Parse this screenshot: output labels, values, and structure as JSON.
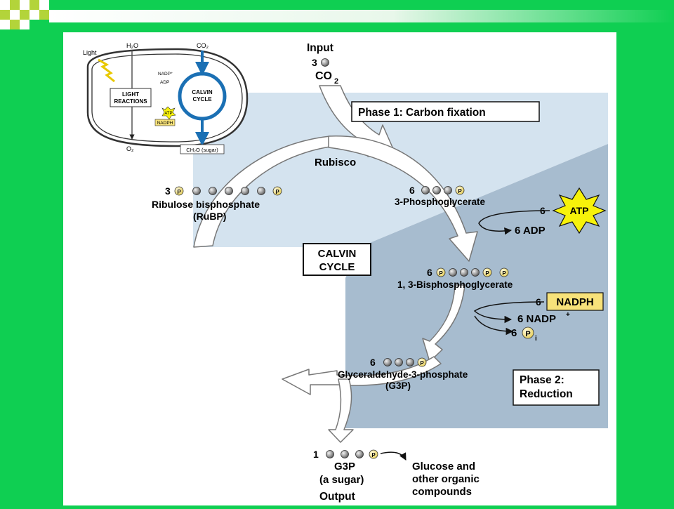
{
  "input": {
    "label": "Input",
    "count": "3",
    "molecule": "CO",
    "sub": "2"
  },
  "output": {
    "label": "Output",
    "count": "1",
    "molecule": "G3P",
    "desc": "(a sugar)"
  },
  "phase1": "Phase 1: Carbon fixation",
  "phase2": [
    "Phase 2:",
    "Reduction"
  ],
  "center": [
    "CALVIN",
    "CYCLE"
  ],
  "enzyme": "Rubisco",
  "pglycerate": {
    "count": "6",
    "name": "3-Phosphoglycerate"
  },
  "bpg": {
    "count": "6",
    "name": "1, 3-Bisphosphoglycerate"
  },
  "g3p": {
    "count": "6",
    "name": "Glyceraldehyde-3-phosphate",
    "abbr": "(G3P)"
  },
  "rubp": {
    "count": "3",
    "name": "Ribulose bisphosphate",
    "abbr": "(RuBP)"
  },
  "atp": {
    "count": "6",
    "label": "ATP",
    "out": "6 ADP"
  },
  "nadph": {
    "count": "6",
    "label": "NADPH",
    "out_nadp": "6 NADP",
    "out_nadp_sup": "+",
    "out_pi_count": "6",
    "out_pi_sub": "i"
  },
  "p_label": "P",
  "products": [
    "Glucose and",
    "other organic",
    "compounds"
  ],
  "inset": {
    "light": "Light",
    "h2o": "H₂O",
    "co2": "CO₂",
    "o2": "O₂",
    "light_reactions": [
      "LIGHT",
      "REACTIONS"
    ],
    "calvin": [
      "CALVIN",
      "CYCLE"
    ],
    "nadp": "NADP⁺",
    "adp": "ADP",
    "atp": "ATP",
    "nadph": "NADPH",
    "sugar": "CH₂O (sugar)"
  },
  "colors": {
    "background": "#0fcf52",
    "phase1_band": "#d4e3ef",
    "phase2_panel": "#a7bccf",
    "nadph_box": "#f7e27a",
    "atp_burst": "#f7f20a"
  }
}
